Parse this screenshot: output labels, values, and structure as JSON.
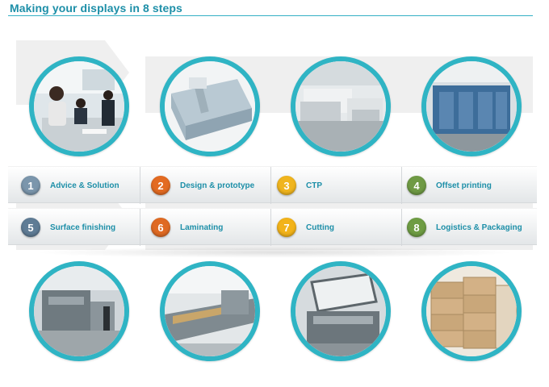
{
  "header": {
    "title": "Making your displays in 8 steps"
  },
  "colors": {
    "accent": "#2fb4c4",
    "label": "#1d8fa8"
  },
  "steps": [
    {
      "num": "1",
      "label": "Advice & Solution",
      "color": "#7b96ac"
    },
    {
      "num": "2",
      "label": "Design & prototype",
      "color": "#e36b22"
    },
    {
      "num": "3",
      "label": "CTP",
      "color": "#f0b51e"
    },
    {
      "num": "4",
      "label": "Offset printing",
      "color": "#6f9a44"
    },
    {
      "num": "5",
      "label": "Surface finishing",
      "color": "#5f7c95"
    },
    {
      "num": "6",
      "label": "Laminating",
      "color": "#df6a23"
    },
    {
      "num": "7",
      "label": "Cutting",
      "color": "#f2b319"
    },
    {
      "num": "8",
      "label": "Logistics & Packaging",
      "color": "#6e9c43"
    }
  ]
}
